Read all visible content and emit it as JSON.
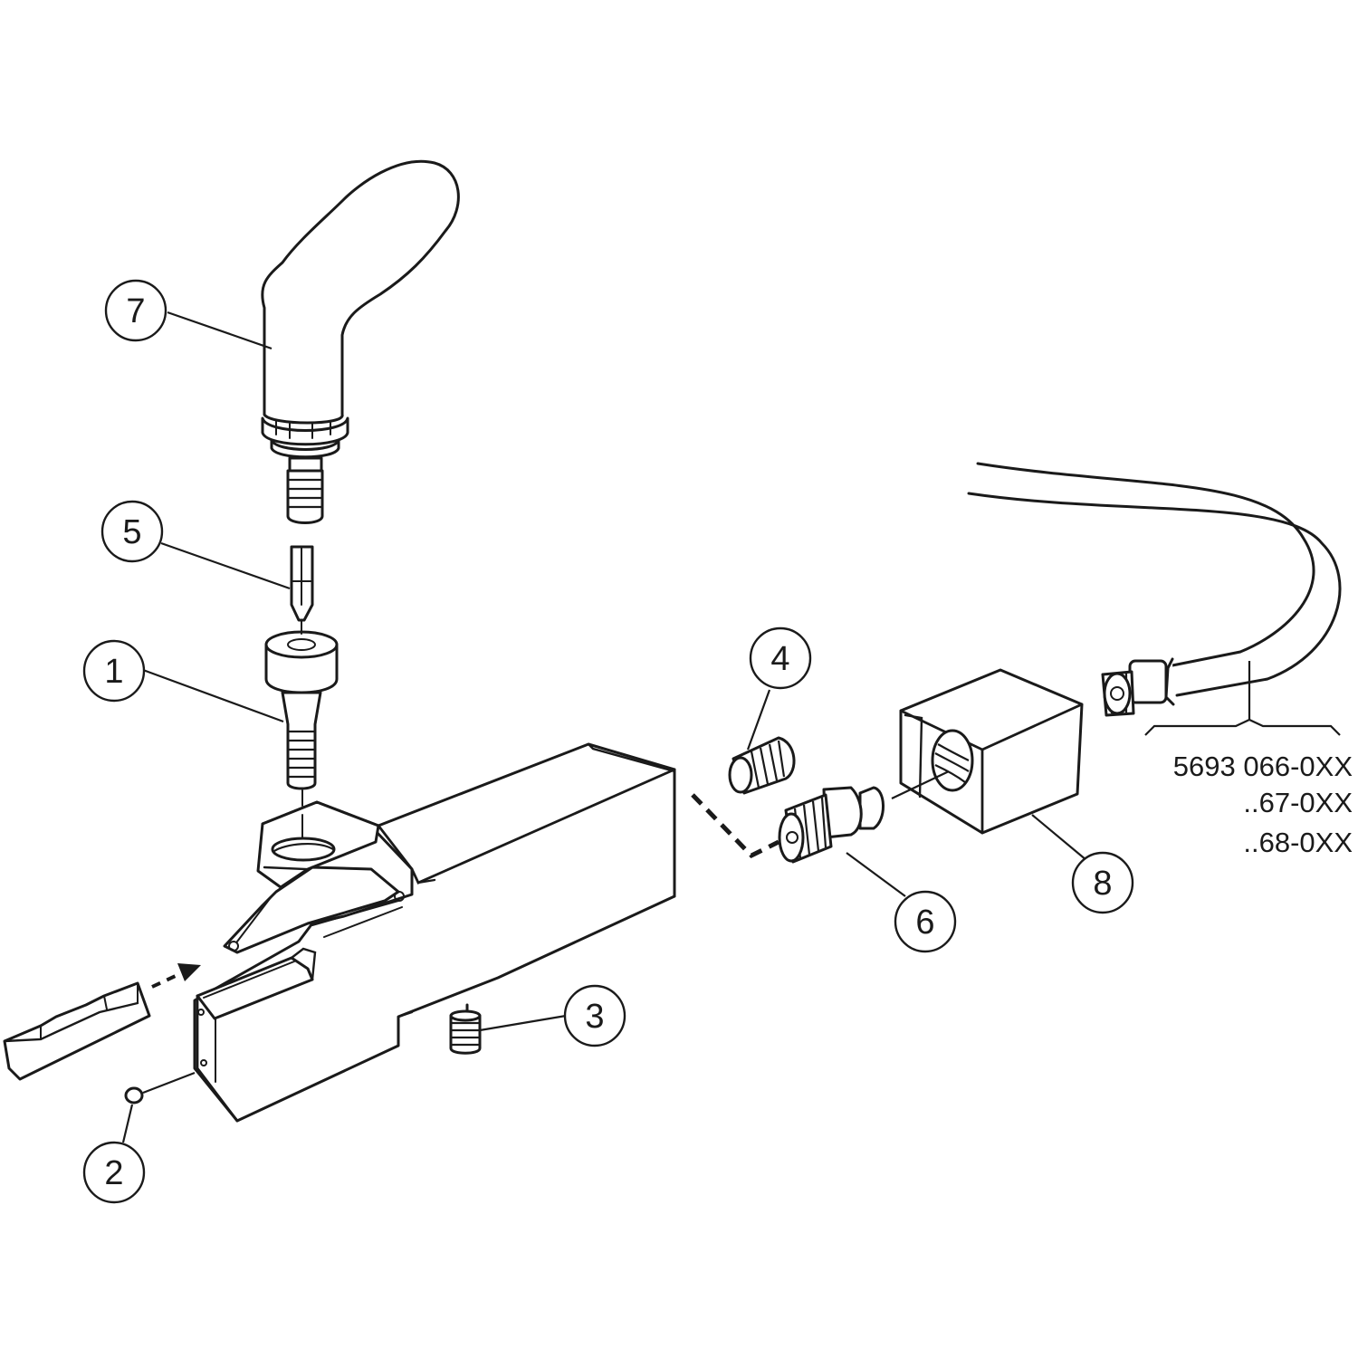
{
  "callouts": [
    {
      "id": "1",
      "label": "1"
    },
    {
      "id": "2",
      "label": "2"
    },
    {
      "id": "3",
      "label": "3"
    },
    {
      "id": "4",
      "label": "4"
    },
    {
      "id": "5",
      "label": "5"
    },
    {
      "id": "6",
      "label": "6"
    },
    {
      "id": "7",
      "label": "7"
    },
    {
      "id": "8",
      "label": "8"
    }
  ],
  "part_numbers": [
    "5693 066-0XX",
    "..67-0XX",
    "..68-0XX"
  ]
}
